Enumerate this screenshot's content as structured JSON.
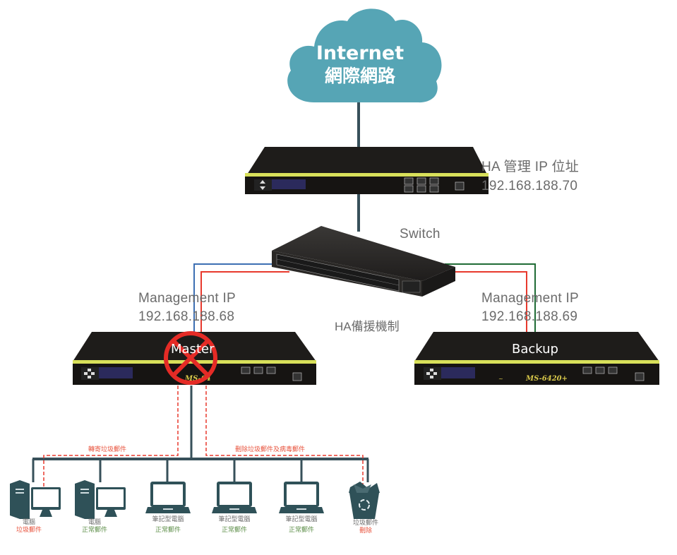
{
  "cloud": {
    "title": "Internet",
    "subtitle": "網際網路",
    "color": "#56a5b5"
  },
  "gateway": {
    "label_line1": "HA 管理 IP 位址",
    "label_line2": "192.168.188.70"
  },
  "switch": {
    "label": "Switch"
  },
  "master": {
    "label_line1": "Management IP",
    "label_line2": "192.168.188.68",
    "title": "Master",
    "model": "MS-64",
    "status": "failed"
  },
  "backup": {
    "label_line1": "Management IP",
    "label_line2": "192.168.188.69",
    "title": "Backup",
    "model": "MS-6420+"
  },
  "ha_label": "HA備援機制",
  "flows": {
    "forward_spam": "轉寄垃圾郵件",
    "delete_spam_virus": "刪除垃圾郵件及病毒郵件"
  },
  "clients": [
    {
      "type": "desktop",
      "name": "電腦",
      "status": "垃圾郵件",
      "status_kind": "spam"
    },
    {
      "type": "desktop",
      "name": "電腦",
      "status": "正常郵件",
      "status_kind": "normal"
    },
    {
      "type": "laptop",
      "name": "筆記型電腦",
      "status": "正常郵件",
      "status_kind": "normal"
    },
    {
      "type": "laptop",
      "name": "筆記型電腦",
      "status": "正常郵件",
      "status_kind": "normal"
    },
    {
      "type": "laptop",
      "name": "筆記型電腦",
      "status": "正常郵件",
      "status_kind": "normal"
    },
    {
      "type": "trash",
      "name": "垃圾郵件",
      "status": "刪除",
      "status_kind": "spam"
    }
  ],
  "colors": {
    "trunk_line": "#37505a",
    "blue_link": "#3d6fb3",
    "red_link": "#e8392d",
    "green_link": "#1f6b35",
    "dashed_flow": "#e8392d",
    "device_body": "#1c1a17",
    "device_stripe": "#d8e05a",
    "icon_fill": "#2f5158"
  }
}
